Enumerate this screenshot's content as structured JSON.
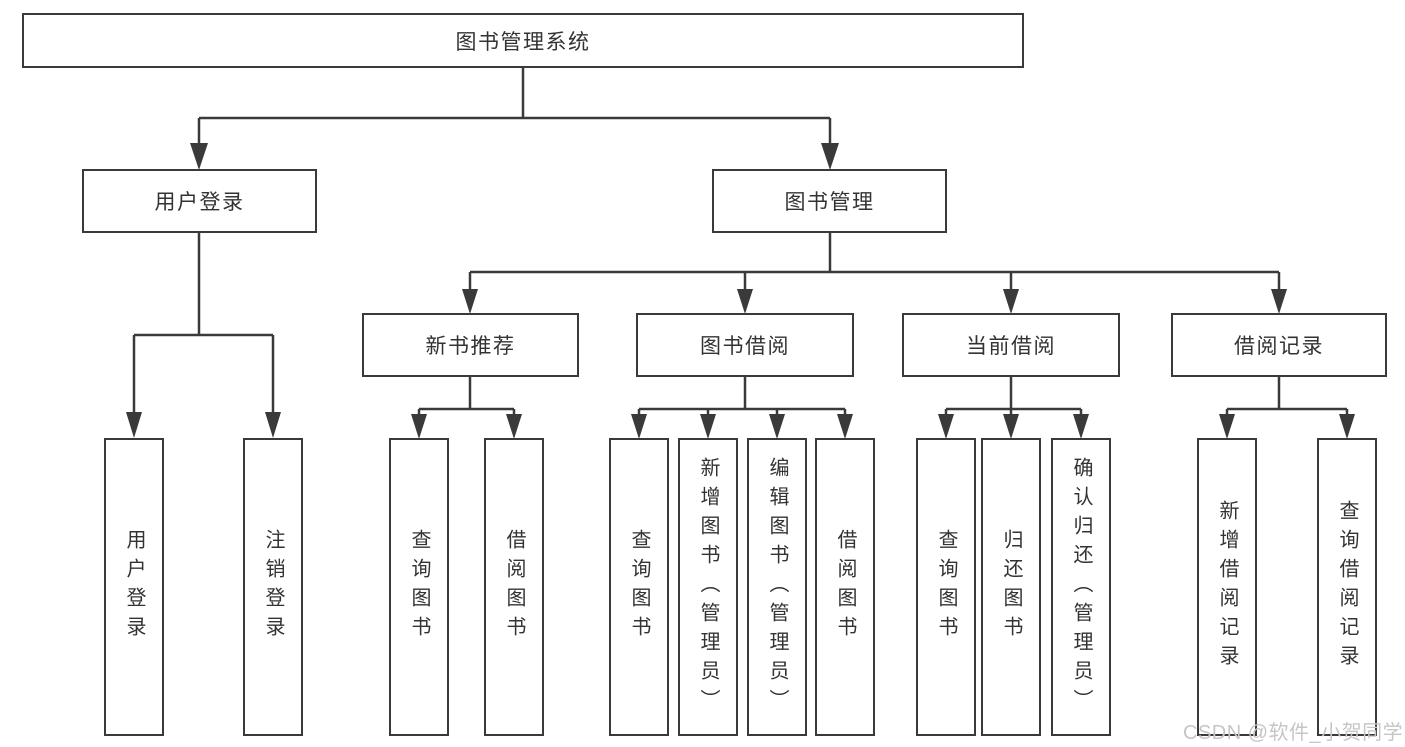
{
  "diagram": {
    "title": "图书管理系统",
    "nodes": {
      "root": "图书管理系统",
      "user_login": "用户登录",
      "book_mgmt": "图书管理",
      "new_book_rec": "新书推荐",
      "book_borrow": "图书借阅",
      "current_borrow": "当前借阅",
      "borrow_record": "借阅记录",
      "leaf_user_login": "用户登录",
      "leaf_logout": "注销登录",
      "leaf_query_book_rec": "查询图书",
      "leaf_borrow_book_rec": "借阅图书",
      "leaf_query_book_borrow": "查询图书",
      "leaf_add_book_admin": "新增图书（管理员）",
      "leaf_edit_book_admin": "编辑图书（管理员）",
      "leaf_borrow_book": "借阅图书",
      "leaf_query_book_current": "查询图书",
      "leaf_return_book": "归还图书",
      "leaf_confirm_return_admin": "确认归还（管理员）",
      "leaf_add_borrow_record": "新增借阅记录",
      "leaf_query_borrow_record": "查询借阅记录"
    },
    "tree": {
      "图书管理系统": {
        "用户登录": [
          "用户登录",
          "注销登录"
        ],
        "图书管理": {
          "新书推荐": [
            "查询图书",
            "借阅图书"
          ],
          "图书借阅": [
            "查询图书",
            "新增图书（管理员）",
            "编辑图书（管理员）",
            "借阅图书"
          ],
          "当前借阅": [
            "查询图书",
            "归还图书",
            "确认归还（管理员）"
          ],
          "借阅记录": [
            "新增借阅记录",
            "查询借阅记录"
          ]
        }
      }
    },
    "colors": {
      "line": "#3a3a3a",
      "text": "#333333",
      "background": "#ffffff",
      "watermark": "#c6c6c6"
    }
  },
  "watermark": "CSDN @软件_小贺同学"
}
